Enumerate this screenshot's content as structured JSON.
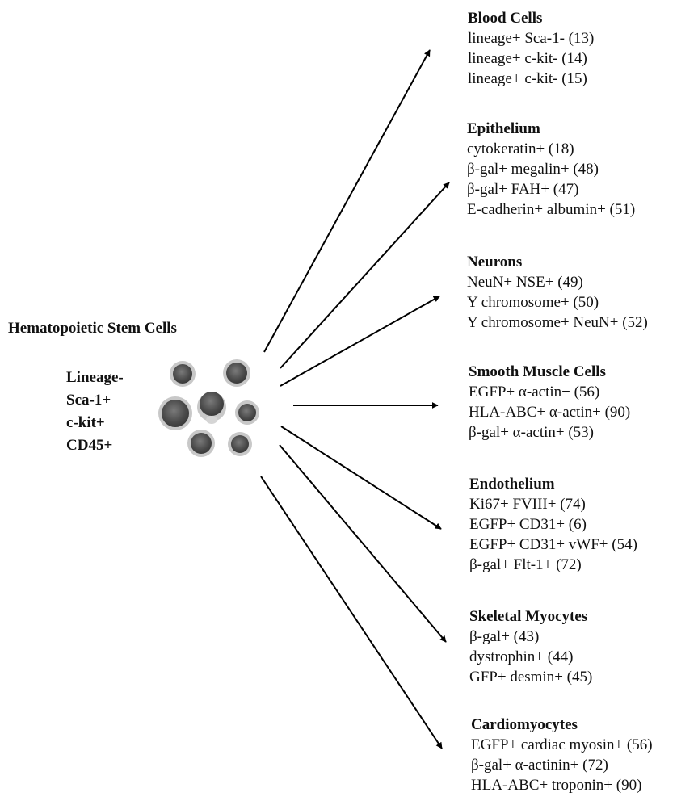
{
  "source": {
    "title": "Hematopoietic Stem Cells",
    "markers": [
      "Lineage-",
      "Sca-1+",
      "c-kit+",
      "CD45+"
    ]
  },
  "targets": [
    {
      "title": "Blood Cells",
      "items": [
        "lineage+ Sca-1- (13)",
        "lineage+ c-kit-  (14)",
        "lineage+ c-kit- (15)"
      ]
    },
    {
      "title": "Epithelium",
      "items": [
        "cytokeratin+ (18)",
        "β-gal+ megalin+ (48)",
        "β-gal+ FAH+ (47)",
        "E-cadherin+ albumin+ (51)"
      ]
    },
    {
      "title": "Neurons",
      "items": [
        "NeuN+ NSE+ (49)",
        "Y chromosome+ (50)",
        "Y chromosome+ NeuN+ (52)"
      ]
    },
    {
      "title": "Smooth Muscle Cells",
      "items": [
        "EGFP+ α-actin+ (56)",
        "HLA-ABC+ α-actin+ (90)",
        "β-gal+ α-actin+ (53)"
      ]
    },
    {
      "title": "Endothelium",
      "items": [
        "Ki67+ FVIII+ (74)",
        "EGFP+ CD31+ (6)",
        "EGFP+ CD31+ vWF+ (54)",
        "β-gal+ Flt-1+ (72)"
      ]
    },
    {
      "title": "Skeletal Myocytes",
      "items": [
        "β-gal+ (43)",
        "dystrophin+ (44)",
        "GFP+ desmin+ (45)"
      ]
    },
    {
      "title": "Cardiomyocytes",
      "items": [
        "EGFP+ cardiac myosin+ (56)",
        "β-gal+  α-actinin+ (72)",
        "HLA-ABC+ troponin+ (90)"
      ]
    }
  ],
  "colors": {
    "text": "#111111",
    "arrow": "#000000",
    "cell_fill": "#5a5a5a",
    "cell_rim": "#bdbdbd"
  }
}
